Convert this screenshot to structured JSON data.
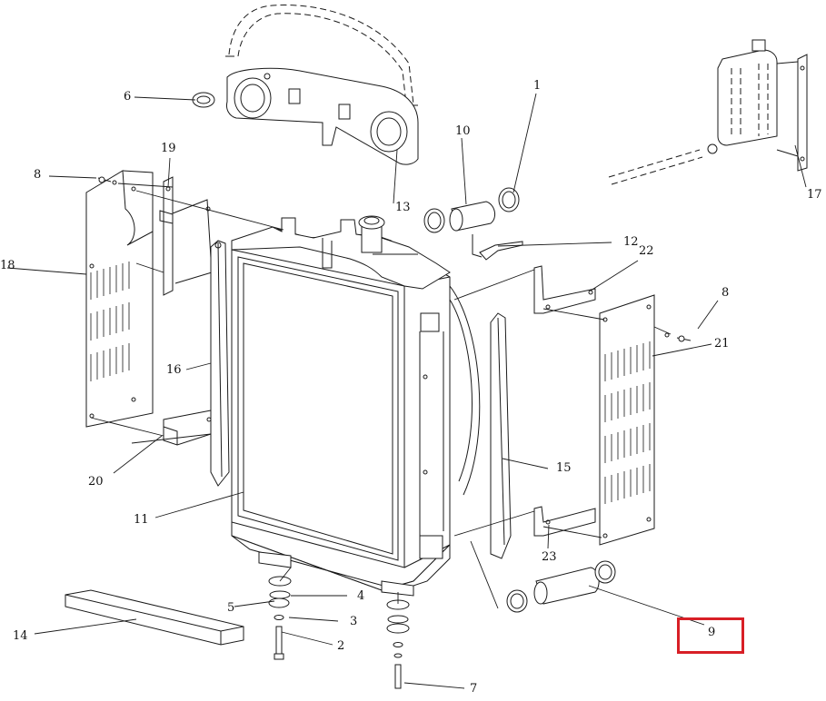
{
  "diagram": {
    "callouts": [
      "1",
      "2",
      "3",
      "4",
      "5",
      "6",
      "7",
      "8",
      "8",
      "9",
      "10",
      "11",
      "12",
      "13",
      "14",
      "15",
      "16",
      "17",
      "18",
      "19",
      "20",
      "21",
      "22",
      "23"
    ],
    "highlight_color": "#d81f26",
    "line_color": "#1a1a1a",
    "background": "#ffffff"
  }
}
